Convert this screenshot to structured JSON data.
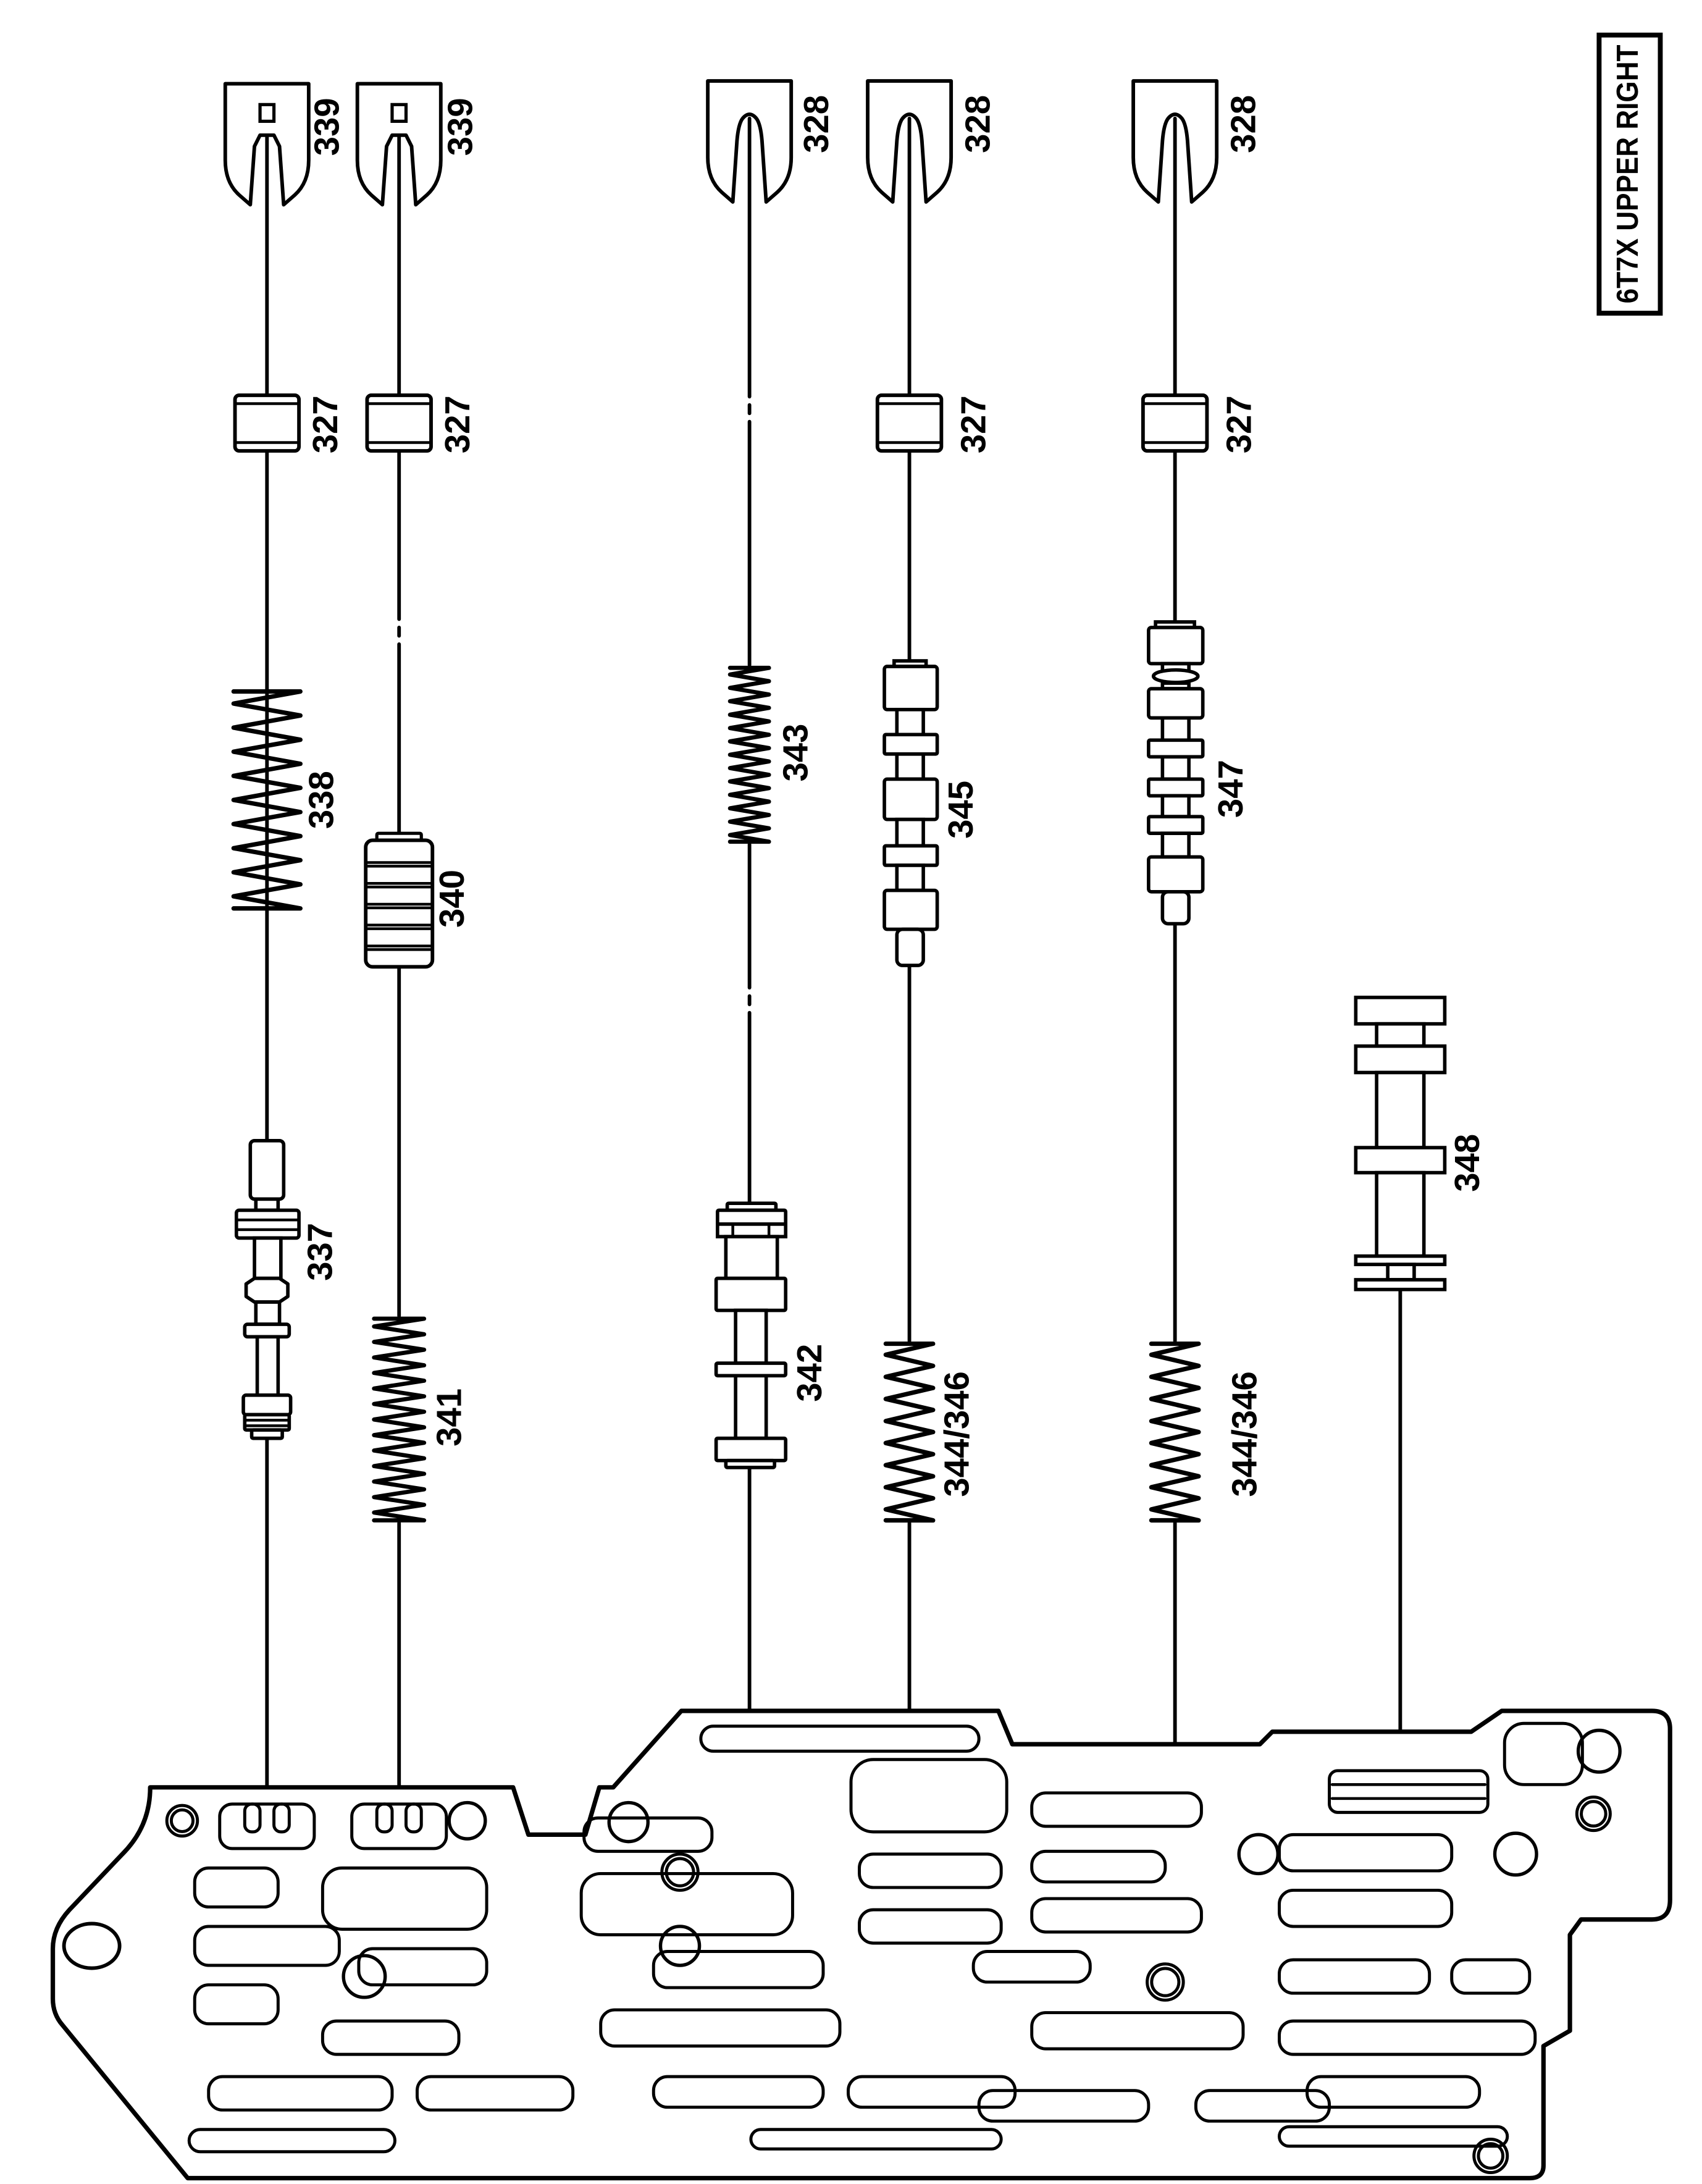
{
  "title": "6T7X UPPER RIGHT",
  "colors": {
    "ink": "#000000",
    "background": "#ffffff"
  },
  "parts": [
    {
      "id": "clip-339-col1",
      "label": "339",
      "kind": "retainer-clip"
    },
    {
      "id": "clip-339-col2",
      "label": "339",
      "kind": "retainer-clip"
    },
    {
      "id": "clip-328-col3",
      "label": "328",
      "kind": "retainer-clip"
    },
    {
      "id": "clip-328-col4",
      "label": "328",
      "kind": "retainer-clip"
    },
    {
      "id": "clip-328-col5",
      "label": "328",
      "kind": "retainer-clip"
    },
    {
      "id": "retainer-327-col1",
      "label": "327",
      "kind": "bore-plug-retainer"
    },
    {
      "id": "retainer-327-col2",
      "label": "327",
      "kind": "bore-plug-retainer"
    },
    {
      "id": "retainer-327-col4",
      "label": "327",
      "kind": "bore-plug-retainer"
    },
    {
      "id": "retainer-327-col5",
      "label": "327",
      "kind": "bore-plug-retainer"
    },
    {
      "id": "spring-338",
      "label": "338",
      "kind": "coil-spring"
    },
    {
      "id": "piston-340",
      "label": "340",
      "kind": "accumulator-piston"
    },
    {
      "id": "spring-341",
      "label": "341",
      "kind": "coil-spring"
    },
    {
      "id": "spring-343",
      "label": "343",
      "kind": "coil-spring"
    },
    {
      "id": "valve-337",
      "label": "337",
      "kind": "regulator-valve"
    },
    {
      "id": "valve-342",
      "label": "342",
      "kind": "shift-valve"
    },
    {
      "id": "valve-345",
      "label": "345",
      "kind": "shift-valve"
    },
    {
      "id": "spring-344-346-col4",
      "label": "344/346",
      "kind": "coil-spring"
    },
    {
      "id": "valve-347",
      "label": "347",
      "kind": "shift-valve"
    },
    {
      "id": "spring-344-346-col5",
      "label": "344/346",
      "kind": "coil-spring"
    },
    {
      "id": "valve-348",
      "label": "348",
      "kind": "regulator-valve"
    }
  ]
}
